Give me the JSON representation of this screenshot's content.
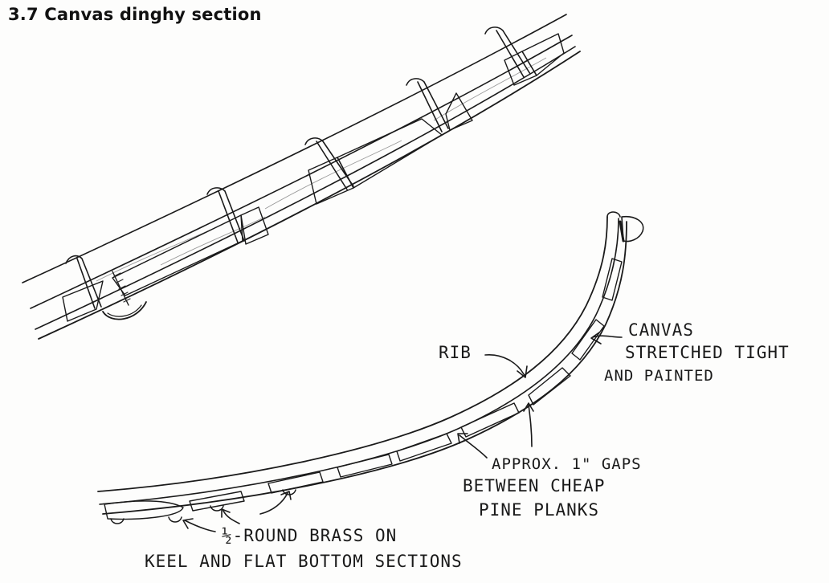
{
  "title": "3.7 Canvas dinghy section",
  "labels": {
    "rib": "RIB",
    "canvas_1": "CANVAS",
    "canvas_2": "STRETCHED TIGHT",
    "canvas_3": "AND PAINTED",
    "gaps_1": "APPROX. 1\" GAPS",
    "gaps_2": "BETWEEN CHEAP",
    "gaps_3": "PINE PLANKS",
    "brass_1": "½-ROUND BRASS ON",
    "brass_2": "KEEL AND FLAT BOTTOM SECTIONS"
  },
  "colors": {
    "ink": "#1a1a1a",
    "hatch": "#555555",
    "paper": "#fdfdfc"
  }
}
